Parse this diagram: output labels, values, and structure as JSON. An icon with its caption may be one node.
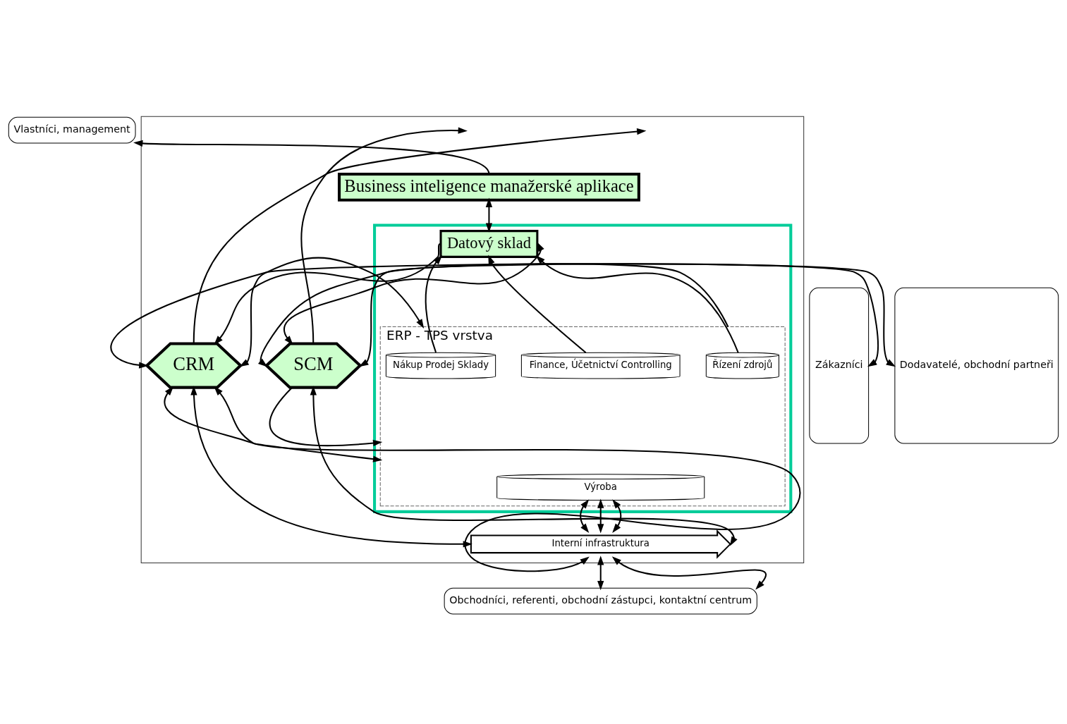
{
  "diagram": {
    "nodes": [
      {
        "text": [
          "Vlastníci, management"
        ]
      },
      {
        "text": [
          "Zákazníci"
        ]
      },
      {
        "text": [],
        "shape": "box"
      },
      {
        "text": [
          "Business inteligence manažerské aplikace"
        ],
        "in": 2
      },
      {
        "text": [],
        "shape": "box",
        "in": 2
      },
      {
        "text": [
          "Datový sklad"
        ],
        "in": 4
      },
      {
        "text": [
          "ERP - TPS vrstva"
        ],
        "in": 4
      },
      {
        "text": [
          "Nákup Prodej Sklady"
        ],
        "in": 6
      },
      {
        "text": [
          "Finance, Účetnictví Controlling"
        ],
        "in": 6
      },
      {
        "text": [
          "Řízení zdrojů"
        ],
        "in": 6
      },
      {
        "text": [
          "Výroba"
        ],
        "in": 6
      },
      {
        "text": [
          "CRM"
        ],
        "in": 2
      },
      {
        "text": [
          "SCM"
        ],
        "in": 2
      },
      {
        "text": [
          "Interní infrastruktura"
        ],
        "in": 2
      },
      {
        "text": [
          "Dodavatelé, obchodní partneři"
        ]
      },
      {
        "text": [
          "Obchodníci, referenti, obchodní zástupci, kontaktní centrum"
        ]
      }
    ],
    "edges": [
      {
        "from": 3,
        "to": 0,
        "arrow": "to"
      },
      {
        "from": 3,
        "to": 5,
        "arrow": "both"
      },
      {
        "from": 7,
        "to": 5,
        "arrow": "to"
      },
      {
        "from": 8,
        "to": 5,
        "arrow": "to"
      },
      {
        "from": 9,
        "to": 5,
        "arrow": "to"
      },
      {
        "from": 5,
        "to": 11,
        "arrow": "to"
      },
      {
        "from": 5,
        "to": 12,
        "arrow": "both"
      },
      {
        "from": 1,
        "to": 11,
        "arrow": "both"
      },
      {
        "from": 11,
        "to": 6,
        "arrow": "both"
      },
      {
        "from": 11,
        "to": 6,
        "arrow": "both"
      },
      {
        "from": 6,
        "to": 12,
        "arrow": "to"
      },
      {
        "from": 12,
        "to": 6,
        "arrow": "to"
      },
      {
        "from": 12,
        "to": 14,
        "arrow": "both"
      },
      {
        "from": 10,
        "to": 13,
        "arrow": "both"
      },
      {
        "from": 10,
        "to": 13,
        "arrow": "both"
      },
      {
        "from": 10,
        "to": 13,
        "arrow": "both"
      },
      {
        "from": 11,
        "to": 13,
        "arrow": "both"
      },
      {
        "from": 13,
        "to": 11,
        "arrow": "both"
      },
      {
        "from": 13,
        "to": 12,
        "arrow": "both"
      },
      {
        "from": 13,
        "to": 15,
        "arrow": "both"
      },
      {
        "from": 13,
        "to": 15,
        "arrow": "both"
      },
      {
        "from": 11,
        "to": null,
        "arrow": "to"
      },
      {
        "from": 12,
        "to": null,
        "arrow": "to"
      }
    ]
  }
}
